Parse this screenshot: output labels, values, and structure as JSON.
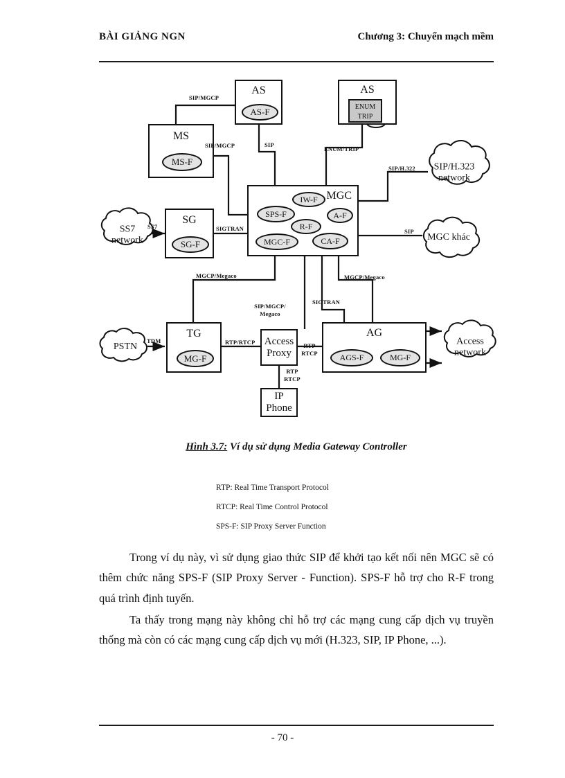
{
  "header": {
    "left": "BÀI GIẢNG NGN",
    "right": "Chương 3: Chuyển mạch mềm"
  },
  "footer": {
    "page_number": "- 70 -"
  },
  "diagram": {
    "nodes": {
      "as_top": {
        "title": "AS",
        "function": "AS-F"
      },
      "ms": {
        "title": "MS",
        "function": "MS-F"
      },
      "as_enum": {
        "title": "AS",
        "inner_line1": "ENUM",
        "inner_line2": "TRIP"
      },
      "mgc": {
        "title": "MGC",
        "functions": [
          "IW-F",
          "SPS-F",
          "A-F",
          "R-F",
          "MGC-F",
          "CA-F"
        ]
      },
      "sg": {
        "title": "SG",
        "function": "SG-F"
      },
      "tg": {
        "title": "TG",
        "function": "MG-F"
      },
      "ag": {
        "title": "AG",
        "functions": [
          "AGS-F",
          "MG-F"
        ]
      },
      "access_proxy": {
        "line1": "Access",
        "line2": "Proxy"
      },
      "ip_phone": {
        "line1": "IP",
        "line2": "Phone"
      }
    },
    "clouds": {
      "sip_h323": {
        "line1": "SIP/H.323",
        "line2": "network"
      },
      "mgc_khac": {
        "line1": "MGC khác",
        "line2": ""
      },
      "ss7": {
        "line1": "SS7",
        "line2": "network"
      },
      "pstn": {
        "line1": "PSTN",
        "line2": ""
      },
      "access_network": {
        "line1": "Access",
        "line2": "network"
      }
    },
    "link_labels": {
      "ms_as": "SIP/MGCP",
      "ms_mgc": "SIP/MGCP",
      "as_mgc": "SIP",
      "enum_trip": "ENUM/TRIP",
      "sip_h322": "SIP/H.322",
      "sip_mgc_khac": "SIP",
      "ss7": "SS7",
      "sigtran_sg": "SIGTRAN",
      "mgcp_megaco_left": "MGCP/Megaco",
      "mgcp_megaco_right": "MGCP/Megaco",
      "sip_mgcp_megaco_1": "SIP/MGCP/",
      "sip_mgcp_megaco_2": "Megaco",
      "sigtran_ag": "SIGTRAN",
      "tdm": "TDM",
      "rtp_rtcp_tg": "RTP/RTCP",
      "rtp_ag_1": "RTP",
      "rtp_ag_2": "RTCP",
      "rtp_phone_1": "RTP",
      "rtp_phone_2": "RTCP"
    }
  },
  "caption": {
    "number": "Hình 3.7:",
    "text": " Ví dụ sử dụng Media Gateway Controller"
  },
  "legend": [
    "RTP: Real Time Transport Protocol",
    "RTCP: Real Time Control Protocol",
    "SPS-F: SIP Proxy Server Function"
  ],
  "body": {
    "paragraph1": "Trong ví dụ này, vì sử dụng giao thức SIP để khởi tạo kết nối nên MGC sẽ có thêm chức năng SPS-F (SIP Proxy Server - Function). SPS-F hỗ trợ cho R-F trong quá trình định tuyến.",
    "paragraph2": "Ta thấy trong mạng này không chỉ hỗ trợ các mạng cung cấp dịch vụ truyền thống mà còn có các mạng cung cấp dịch vụ mới (H.323, SIP, IP Phone, ...)."
  }
}
